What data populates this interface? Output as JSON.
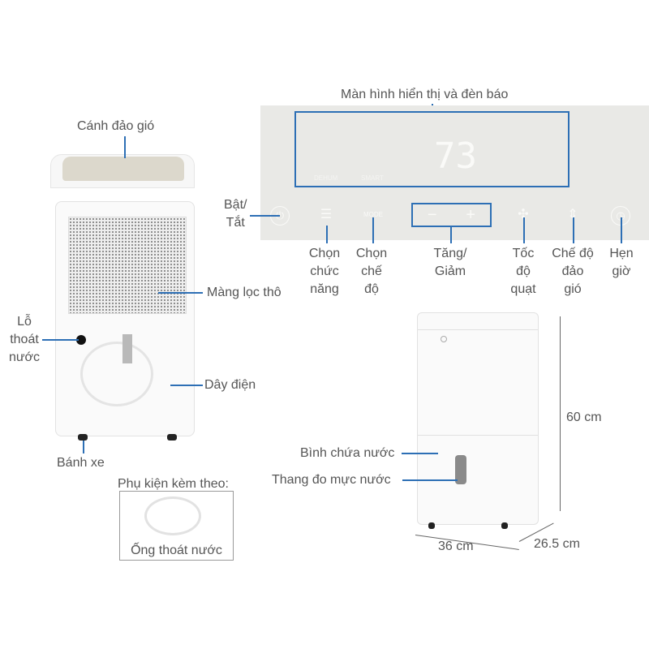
{
  "back_view": {
    "vent_label": "Cánh đảo gió",
    "filter_label": "Màng lọc thô",
    "drain_label": [
      "Lỗ",
      "thoát",
      "nước"
    ],
    "cord_label": "Dây điện",
    "wheel_label": "Bánh xe"
  },
  "accessory": {
    "title": "Phụ kiện kèm theo:",
    "item": "Ống thoát nước"
  },
  "control_panel": {
    "display_label": "Màn hình hiển thị và đèn báo",
    "display_digits": "73",
    "display_indicators": [
      "DEHUM",
      "SMART"
    ],
    "mode_text": "MODE",
    "minus": "−",
    "plus": "+",
    "power_label": [
      "Bật/",
      "Tắt"
    ],
    "function_label": [
      "Chọn",
      "chức",
      "năng"
    ],
    "mode_label": [
      "Chọn",
      "chế",
      "độ"
    ],
    "adjust_label": [
      "Tăng/",
      "Giảm"
    ],
    "fan_label": [
      "Tốc",
      "độ",
      "quạt"
    ],
    "swing_label": [
      "Chế độ",
      "đảo",
      "gió"
    ],
    "timer_label": [
      "Hẹn",
      "giờ"
    ]
  },
  "front_view": {
    "tank_label": "Bình chứa nước",
    "level_label": "Thang đo mực nước",
    "height": "60 cm",
    "width": "36 cm",
    "depth": "26.5 cm"
  },
  "colors": {
    "accent": "#2d6fb5",
    "panel": "#e9e9e6"
  }
}
